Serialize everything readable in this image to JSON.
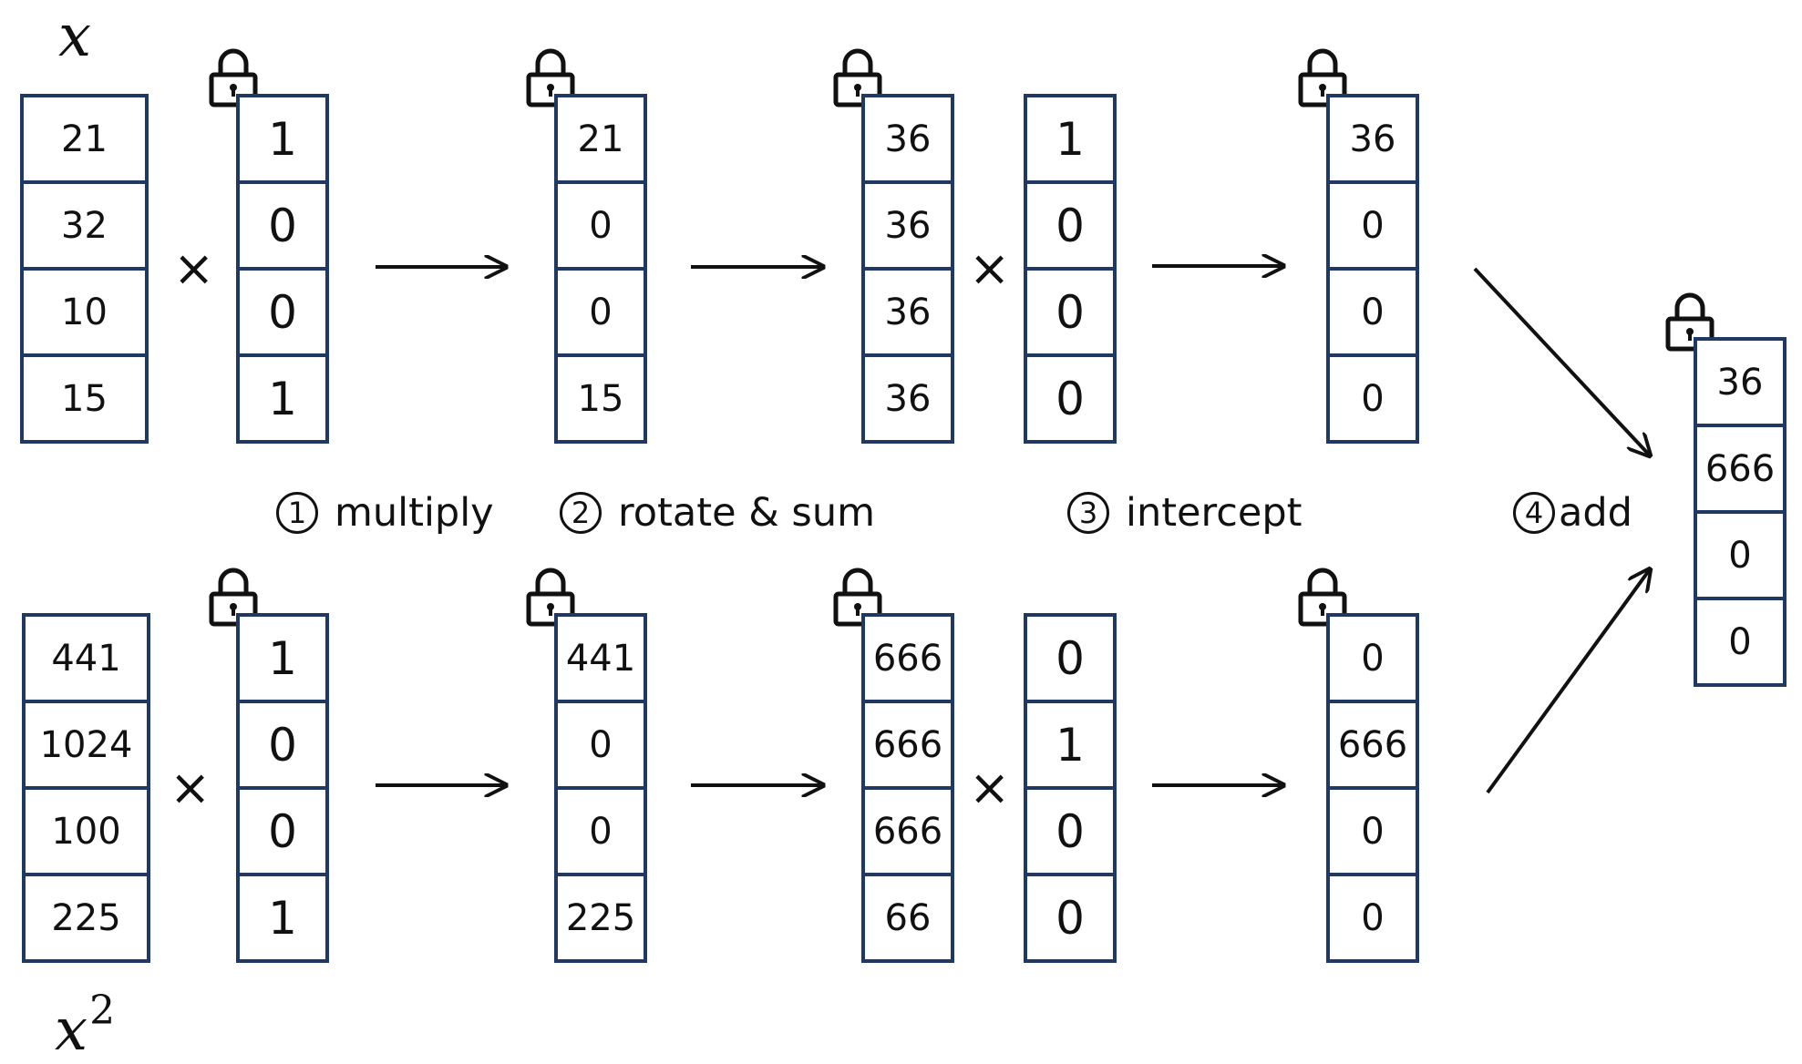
{
  "labels": {
    "x": "x",
    "x2_base": "x",
    "x2_exp": "2"
  },
  "operator": "×",
  "steps": [
    {
      "num": "1",
      "label": "multiply"
    },
    {
      "num": "2",
      "label": "rotate & sum"
    },
    {
      "num": "3",
      "label": "intercept"
    },
    {
      "num": "4",
      "label": "add"
    }
  ],
  "top_row": {
    "x": [
      "21",
      "32",
      "10",
      "15"
    ],
    "mask": [
      "1",
      "0",
      "0",
      "1"
    ],
    "multiplied": [
      "21",
      "0",
      "0",
      "15"
    ],
    "rotated_sum": [
      "36",
      "36",
      "36",
      "36"
    ],
    "intercept_mask": [
      "1",
      "0",
      "0",
      "0"
    ],
    "intercepted": [
      "36",
      "0",
      "0",
      "0"
    ]
  },
  "bottom_row": {
    "x2": [
      "441",
      "1024",
      "100",
      "225"
    ],
    "mask": [
      "1",
      "0",
      "0",
      "1"
    ],
    "multiplied": [
      "441",
      "0",
      "0",
      "225"
    ],
    "rotated_sum": [
      "666",
      "666",
      "666",
      "66"
    ],
    "intercept_mask": [
      "0",
      "1",
      "0",
      "0"
    ],
    "intercepted": [
      "0",
      "666",
      "0",
      "0"
    ]
  },
  "result": [
    "36",
    "666",
    "0",
    "0"
  ],
  "colors": {
    "box_border": "#1f3864",
    "text": "#111111",
    "background": "#ffffff"
  },
  "icons": {
    "lock": "lock-icon",
    "arrow": "arrow-icon"
  }
}
